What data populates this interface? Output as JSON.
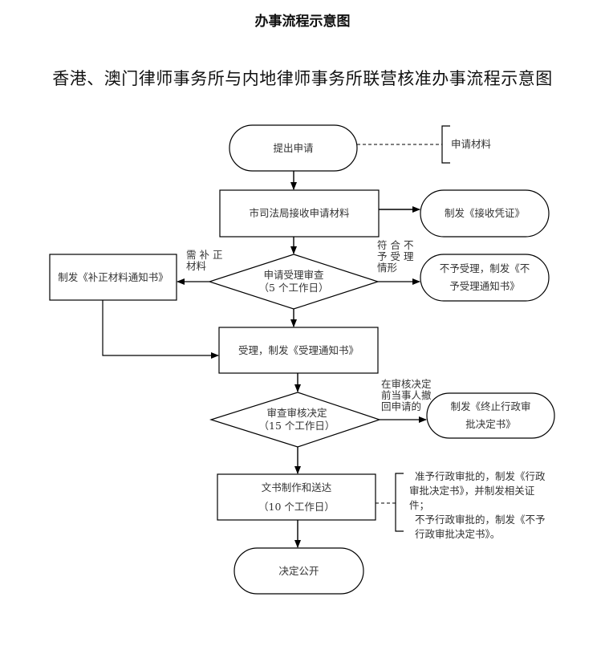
{
  "title": "办事流程示意图",
  "subtitle": "香港、澳门律师事务所与内地律师事务所联营核准办事流程示意图",
  "nodes": {
    "start": {
      "shape": "terminator",
      "lines": [
        "提出申请"
      ]
    },
    "materials_note": {
      "shape": "annotation",
      "lines": [
        "申请材料"
      ]
    },
    "receive": {
      "shape": "process",
      "lines": [
        "市司法局接收申请材料"
      ]
    },
    "receipt": {
      "shape": "terminator",
      "lines": [
        "制发《接收凭证》"
      ]
    },
    "review": {
      "shape": "decision",
      "lines": [
        "申请受理审查",
        "（5 个工作日）"
      ]
    },
    "supplement": {
      "shape": "process",
      "lines": [
        "制发《补正材料通知书》"
      ]
    },
    "reject": {
      "shape": "terminator",
      "lines": [
        "不予受理，制发《不",
        "予受理通知书》"
      ]
    },
    "accept": {
      "shape": "process",
      "lines": [
        "受理，制发《受理通知书》"
      ]
    },
    "decision": {
      "shape": "decision",
      "lines": [
        "审查审核决定",
        "（15 个工作日）"
      ]
    },
    "terminate": {
      "shape": "terminator",
      "lines": [
        "制发《终止行政审",
        "批决定书》"
      ]
    },
    "document": {
      "shape": "process",
      "lines": [
        "文书制作和送达",
        "（10 个工作日）"
      ]
    },
    "outcome_note": {
      "shape": "annotation",
      "lines": [
        "准予行政审批的，制发《行政",
        "审批决定书》，并制发相关证",
        "件；",
        "不予行政审批的，制发《不予",
        "行政审批决定书》。"
      ]
    },
    "publish": {
      "shape": "terminator",
      "lines": [
        "决定公开"
      ]
    }
  },
  "edge_labels": {
    "need_supplement": [
      "需 补 正",
      "材料"
    ],
    "not_eligible": [
      "符 合 不",
      "予 受 理",
      "情形"
    ],
    "withdraw": [
      "在审核决定",
      "前当事人撤",
      "回申请的"
    ]
  },
  "edges": [
    {
      "from": "start",
      "to": "receive",
      "style": "solid"
    },
    {
      "from": "start",
      "to": "materials_note",
      "style": "dashed"
    },
    {
      "from": "receive",
      "to": "receipt",
      "style": "solid"
    },
    {
      "from": "receive",
      "to": "review",
      "style": "solid"
    },
    {
      "from": "review",
      "to": "supplement",
      "style": "solid",
      "label": "need_supplement"
    },
    {
      "from": "review",
      "to": "reject",
      "style": "solid",
      "label": "not_eligible"
    },
    {
      "from": "review",
      "to": "accept",
      "style": "solid"
    },
    {
      "from": "supplement",
      "to": "accept",
      "style": "solid"
    },
    {
      "from": "accept",
      "to": "decision",
      "style": "solid"
    },
    {
      "from": "decision",
      "to": "terminate",
      "style": "solid",
      "label": "withdraw"
    },
    {
      "from": "decision",
      "to": "document",
      "style": "solid"
    },
    {
      "from": "document",
      "to": "outcome_note",
      "style": "dashed"
    },
    {
      "from": "document",
      "to": "publish",
      "style": "solid"
    }
  ],
  "colors": {
    "stroke": "#000000",
    "text": "#333333",
    "background": "#ffffff"
  }
}
